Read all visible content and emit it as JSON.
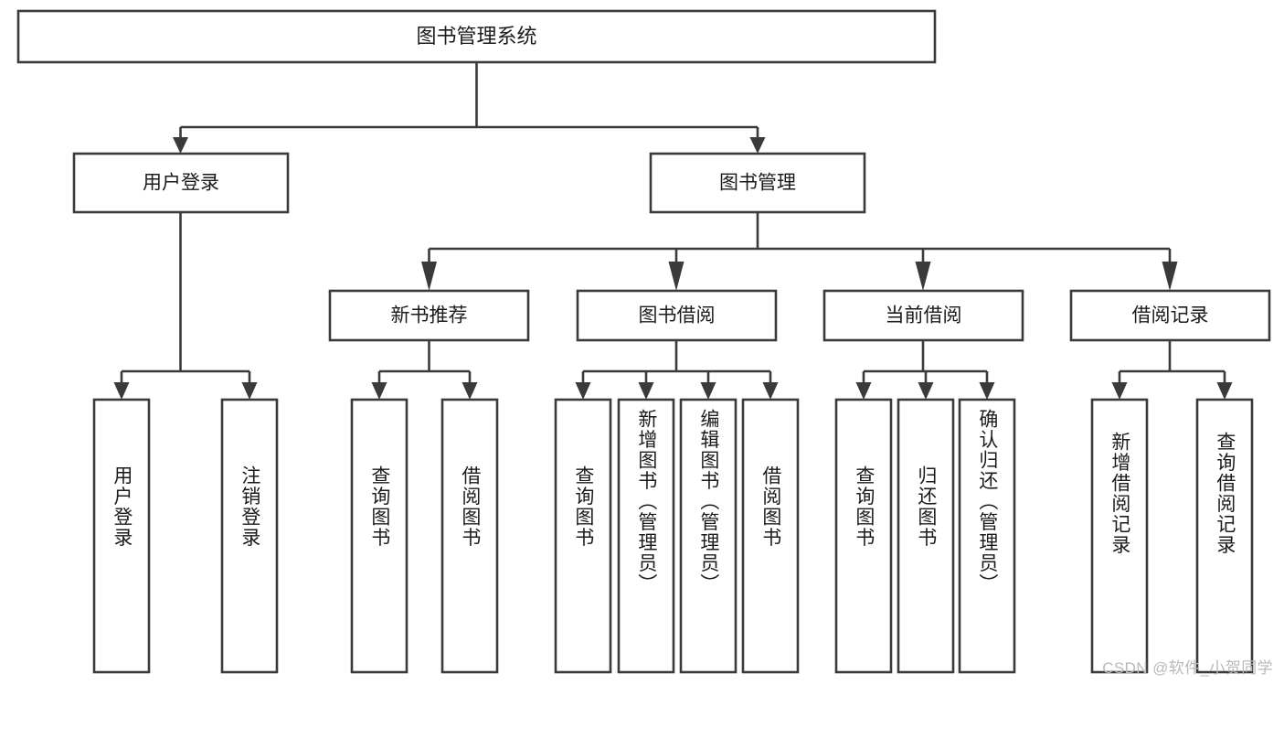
{
  "diagram": {
    "type": "tree-hierarchy",
    "title": "图书管理系统",
    "orientation": "top-down",
    "colors": {
      "box_stroke": "#3a3a3a",
      "box_fill": "#ffffff",
      "text": "#1b1b1b",
      "connector": "#3a3a3a",
      "watermark": "#b9b9b9",
      "background": "#ffffff"
    },
    "root": {
      "id": "root",
      "label": "图书管理系统",
      "orientation": "horizontal"
    },
    "level2": [
      {
        "id": "user-login",
        "label": "用户登录",
        "orientation": "horizontal",
        "children": [
          {
            "id": "user-login-do",
            "label": "用户登录",
            "orientation": "vertical"
          },
          {
            "id": "user-logout",
            "label": "注销登录",
            "orientation": "vertical"
          }
        ]
      },
      {
        "id": "book-management",
        "label": "图书管理",
        "orientation": "horizontal",
        "children": [
          {
            "id": "new-book-recommend",
            "label": "新书推荐",
            "orientation": "horizontal",
            "children": [
              {
                "id": "query-book-1",
                "label": "查询图书",
                "orientation": "vertical"
              },
              {
                "id": "borrow-book-1",
                "label": "借阅图书",
                "orientation": "vertical"
              }
            ]
          },
          {
            "id": "book-borrow",
            "label": "图书借阅",
            "orientation": "horizontal",
            "children": [
              {
                "id": "query-book-2",
                "label": "查询图书",
                "orientation": "vertical"
              },
              {
                "id": "add-book",
                "label": "新增图书（管理员）",
                "orientation": "vertical"
              },
              {
                "id": "edit-book",
                "label": "编辑图书（管理员）",
                "orientation": "vertical"
              },
              {
                "id": "borrow-book-2",
                "label": "借阅图书",
                "orientation": "vertical"
              }
            ]
          },
          {
            "id": "current-borrow",
            "label": "当前借阅",
            "orientation": "horizontal",
            "children": [
              {
                "id": "query-book-3",
                "label": "查询图书",
                "orientation": "vertical"
              },
              {
                "id": "return-book",
                "label": "归还图书",
                "orientation": "vertical"
              },
              {
                "id": "confirm-return",
                "label": "确认归还（管理员）",
                "orientation": "vertical"
              }
            ]
          },
          {
            "id": "borrow-records",
            "label": "借阅记录",
            "orientation": "horizontal",
            "children": [
              {
                "id": "add-borrow-record",
                "label": "新增借阅记录",
                "orientation": "vertical"
              },
              {
                "id": "query-borrow-record",
                "label": "查询借阅记录",
                "orientation": "vertical"
              }
            ]
          }
        ]
      }
    ]
  },
  "watermark": {
    "text": "CSDN @软件_小贺同学"
  }
}
